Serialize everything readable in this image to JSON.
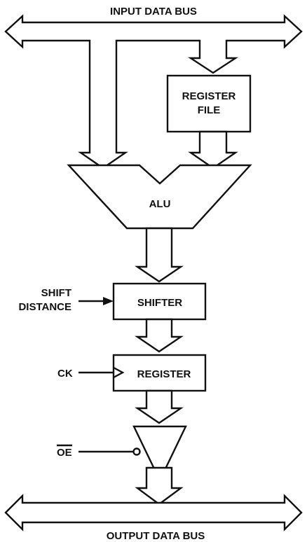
{
  "buses": {
    "input_label": "INPUT DATA BUS",
    "output_label": "OUTPUT DATA BUS"
  },
  "blocks": {
    "register_file": [
      "REGISTER",
      "FILE"
    ],
    "alu": "ALU",
    "shifter": "SHIFTER",
    "register": "REGISTER"
  },
  "signals": {
    "shift_distance": [
      "SHIFT",
      "DISTANCE"
    ],
    "clock": "CK",
    "output_enable": "OE"
  }
}
